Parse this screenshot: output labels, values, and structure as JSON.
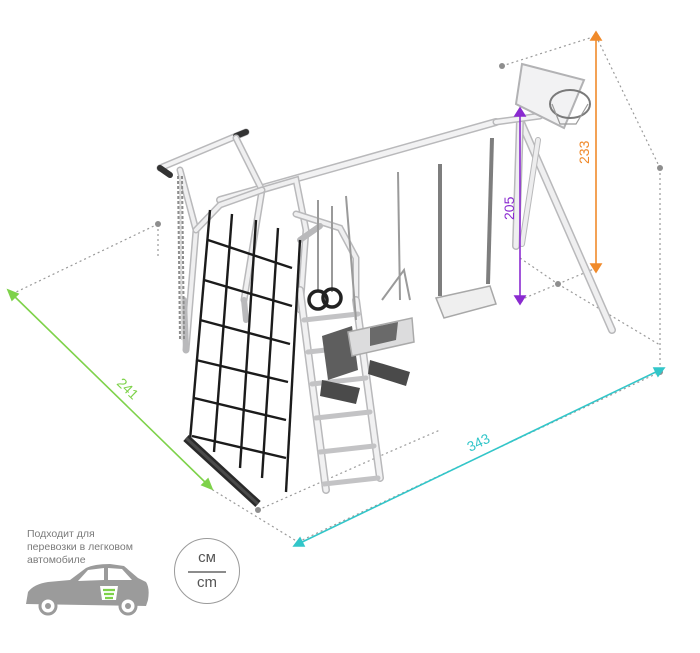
{
  "dimensions": {
    "width_label": "241",
    "length_label": "343",
    "height_full_label": "233",
    "height_beam_label": "205"
  },
  "colors": {
    "width_line": "#7ed24a",
    "length_line": "#32c6c9",
    "height_full_line": "#f08a2b",
    "height_beam_line": "#8a2bd0",
    "frame": "#e9e9ea",
    "frame_shadow": "#b9b9bb",
    "net": "#1b1b1b",
    "seat": "#5e5e5e",
    "car": "#9b9b9b",
    "car_accent": "#7ed24a"
  },
  "transport_note": {
    "lines": [
      "Подходит для",
      "перевозки в легковом",
      "автомобиле"
    ],
    "icon": "car-icon"
  },
  "units_badge": {
    "top": "см",
    "bottom": "cm"
  }
}
